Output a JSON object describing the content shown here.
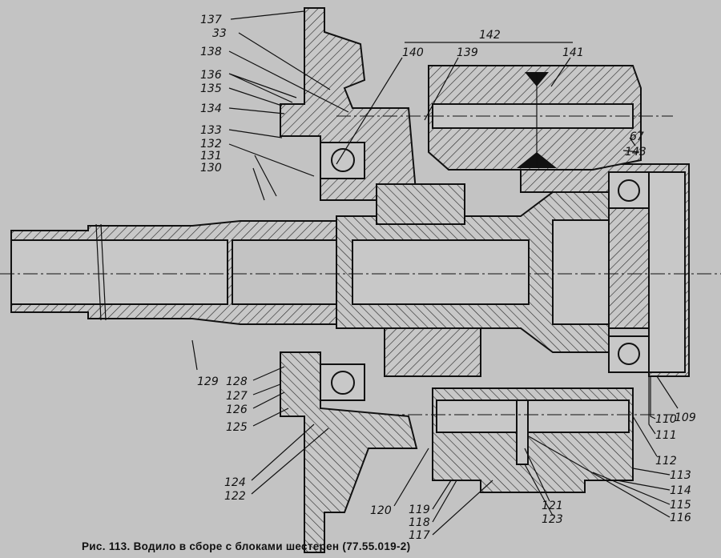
{
  "figure": {
    "caption": "Рис. 113. Водило в сборе с блоками шестерен (77.55.019-2)",
    "labels": [
      "137",
      "33",
      "138",
      "136",
      "135",
      "134",
      "133",
      "132",
      "131",
      "130",
      "129",
      "128",
      "127",
      "126",
      "125",
      "124",
      "122",
      "120",
      "119",
      "118",
      "117",
      "121",
      "123",
      "116",
      "115",
      "114",
      "113",
      "112",
      "111",
      "110",
      "109",
      "143",
      "67",
      "141",
      "142",
      "139",
      "140"
    ]
  }
}
